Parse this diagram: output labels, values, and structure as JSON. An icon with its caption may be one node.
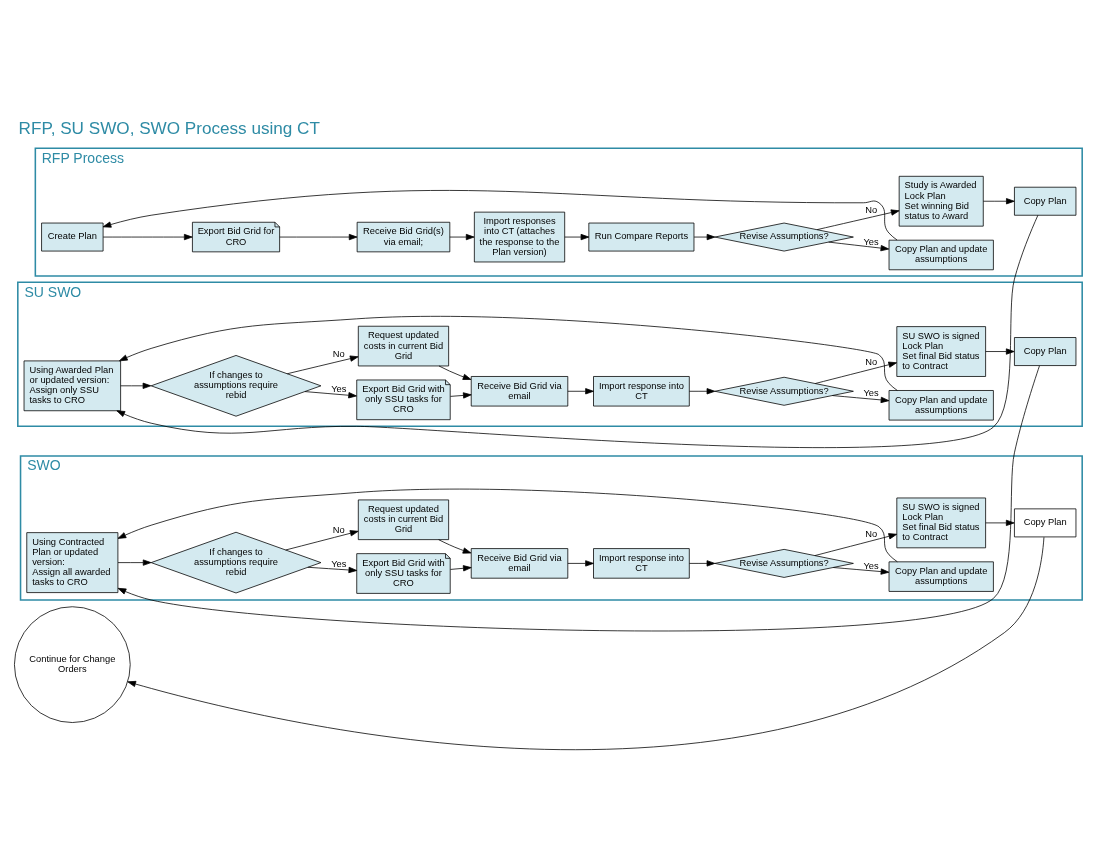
{
  "diagram": {
    "title": "RFP, SU SWO, SWO Process using CT",
    "nodes": [
      {
        "text": [
          "RFP Process"
        ]
      },
      {
        "text": [
          "Create Plan"
        ],
        "in": 0
      },
      {
        "text": [
          "Export Bid Grid for CRO"
        ],
        "in": 0
      },
      {
        "text": [
          "Receive Bid Grid(s) via email;"
        ],
        "in": 0
      },
      {
        "text": [
          "Import responses into CT (attaches the response to the Plan version)"
        ],
        "in": 0
      },
      {
        "text": [
          "Run Compare Reports"
        ],
        "in": 0
      },
      {
        "text": [
          "Revise Assumptions?"
        ],
        "in": 0
      },
      {
        "text": [
          "Copy Plan and update assumptions"
        ],
        "in": 0
      },
      {
        "text": [
          "Study is Awarded",
          "Lock Plan",
          "Set winning Bid status to Award"
        ],
        "in": 0
      },
      {
        "text": [
          "Copy Plan"
        ],
        "in": 0
      },
      {
        "text": [
          "SU SWO"
        ]
      },
      {
        "text": [
          "Using Awarded Plan or updated version:",
          "Assign only SSU tasks to CRO"
        ],
        "in": 10
      },
      {
        "text": [
          "If changes to assumptions require rebid"
        ],
        "in": 10
      },
      {
        "text": [
          "Export Bid Grid with only SSU tasks for CRO"
        ],
        "in": 10
      },
      {
        "text": [
          "Request updated costs in current Bid Grid"
        ],
        "in": 10
      },
      {
        "text": [
          "Receive Bid Grid via email"
        ],
        "in": 10
      },
      {
        "text": [
          "Import response into CT"
        ],
        "in": 10
      },
      {
        "text": [
          "Revise Assumptions?"
        ],
        "in": 10
      },
      {
        "text": [
          "Copy Plan and update assumptions"
        ],
        "in": 10
      },
      {
        "text": [
          "SU SWO is signed",
          "Lock Plan",
          "Set final Bid status to Contract"
        ],
        "in": 10
      },
      {
        "text": [
          "Copy Plan"
        ],
        "in": 10
      },
      {
        "text": [
          "SWO"
        ]
      },
      {
        "text": [
          "Using Contracted Plan or updated version:",
          "Assign all awarded tasks to CRO"
        ],
        "in": 21
      },
      {
        "text": [
          "If changes to assumptions require rebid"
        ],
        "in": 21
      },
      {
        "text": [
          "Export Bid Grid with only SSU tasks for CRO"
        ],
        "in": 21
      },
      {
        "text": [
          "Request updated costs in current Bid Grid"
        ],
        "in": 21
      },
      {
        "text": [
          "Receive Bid Grid via email"
        ],
        "in": 21
      },
      {
        "text": [
          "Import response into CT"
        ],
        "in": 21
      },
      {
        "text": [
          "Revise Assumptions?"
        ],
        "in": 21
      },
      {
        "text": [
          "Copy Plan and update assumptions"
        ],
        "in": 21
      },
      {
        "text": [
          "SU SWO is signed",
          "Lock Plan",
          "Set final Bid status to Contract"
        ],
        "in": 21
      },
      {
        "text": [
          "Copy Plan"
        ],
        "in": 21
      },
      {
        "text": [
          "Continue for Change Orders"
        ]
      }
    ],
    "edges": [
      {
        "from": 7,
        "to": 1,
        "arrow": "to"
      },
      {
        "from": 1,
        "to": 2,
        "arrow": "to"
      },
      {
        "from": 2,
        "to": 3,
        "arrow": "to"
      },
      {
        "from": 3,
        "to": 4,
        "arrow": "to"
      },
      {
        "from": 4,
        "to": 5,
        "arrow": "to"
      },
      {
        "from": 5,
        "to": 6,
        "arrow": "to"
      },
      {
        "from": 6,
        "to": 7,
        "arrow": "to",
        "label": "Yes"
      },
      {
        "from": 6,
        "to": 8,
        "arrow": "to",
        "label": "No"
      },
      {
        "from": 8,
        "to": 9,
        "arrow": "to"
      },
      {
        "from": 9,
        "to": 11,
        "arrow": "to"
      },
      {
        "from": 18,
        "to": 11,
        "arrow": "to"
      },
      {
        "from": 11,
        "to": 12,
        "arrow": "to"
      },
      {
        "from": 12,
        "to": 13,
        "arrow": "to",
        "label": "Yes"
      },
      {
        "from": 12,
        "to": 14,
        "arrow": "to",
        "label": "No"
      },
      {
        "from": 13,
        "to": 15,
        "arrow": "to"
      },
      {
        "from": 14,
        "to": 15,
        "arrow": "to"
      },
      {
        "from": 15,
        "to": 16,
        "arrow": "to"
      },
      {
        "from": 16,
        "to": 17,
        "arrow": "to"
      },
      {
        "from": 17,
        "to": 18,
        "arrow": "to",
        "label": "Yes"
      },
      {
        "from": 17,
        "to": 19,
        "arrow": "to",
        "label": "No"
      },
      {
        "from": 19,
        "to": 20,
        "arrow": "to"
      },
      {
        "from": 20,
        "to": 22,
        "arrow": "to"
      },
      {
        "from": 29,
        "to": 22,
        "arrow": "to"
      },
      {
        "from": 22,
        "to": 23,
        "arrow": "to"
      },
      {
        "from": 23,
        "to": 24,
        "arrow": "to",
        "label": "Yes"
      },
      {
        "from": 23,
        "to": 25,
        "arrow": "to",
        "label": "No"
      },
      {
        "from": 24,
        "to": 26,
        "arrow": "to"
      },
      {
        "from": 25,
        "to": 26,
        "arrow": "to"
      },
      {
        "from": 26,
        "to": 27,
        "arrow": "to"
      },
      {
        "from": 27,
        "to": 28,
        "arrow": "to"
      },
      {
        "from": 28,
        "to": 29,
        "arrow": "to",
        "label": "Yes"
      },
      {
        "from": 28,
        "to": 30,
        "arrow": "to",
        "label": "No"
      },
      {
        "from": 30,
        "to": 31,
        "arrow": "to"
      },
      {
        "from": 31,
        "to": 32,
        "arrow": "to"
      }
    ]
  }
}
